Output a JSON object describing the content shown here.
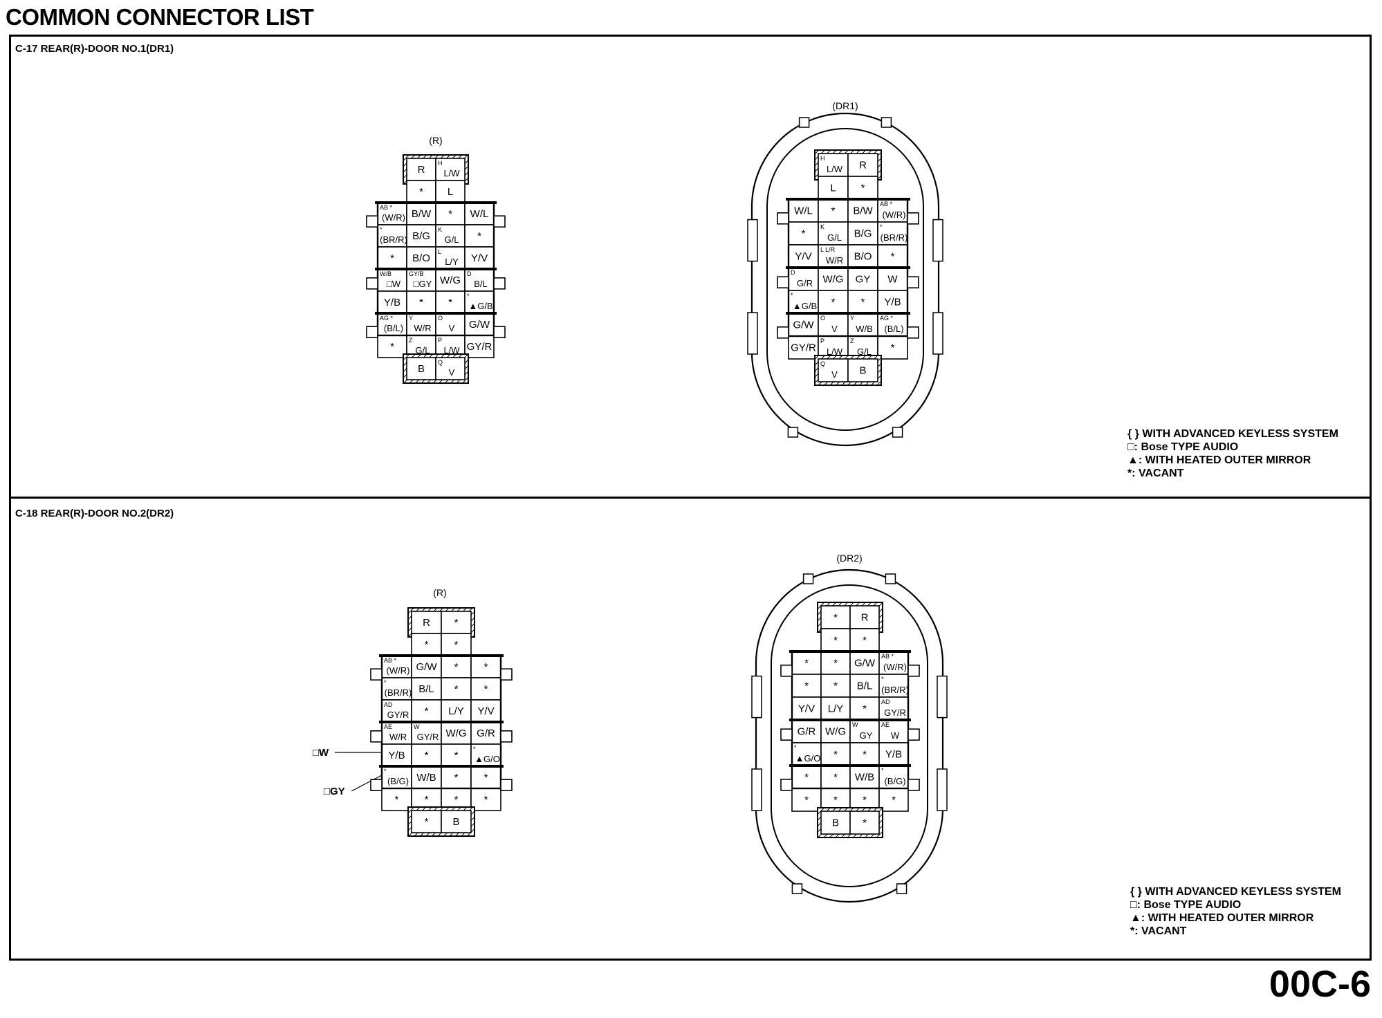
{
  "page": {
    "title": "COMMON CONNECTOR LIST",
    "number": "00C-6"
  },
  "sections": [
    {
      "title": "C-17 REAR(R)-DOOR NO.1(DR1)",
      "left_label": "(R)",
      "right_label": "(DR1)",
      "left_rows": [
        [
          "R",
          "H|L/W"
        ],
        [
          "*",
          "L"
        ],
        [
          "AB *|(W/R)",
          "B/W",
          "*",
          "W/L"
        ],
        [
          "*|(BR/R)",
          "B/G",
          "K|G/L",
          "*"
        ],
        [
          "*",
          "B/O",
          "L|L/Y",
          "Y/V"
        ],
        [
          "W/B|□W",
          "GY/B|□GY",
          "W/G",
          "D|B/L"
        ],
        [
          "Y/B",
          "*",
          "*",
          "*|▲G/B"
        ],
        [
          "AG *|(B/L)",
          "Y|W/R",
          "O|V",
          "G/W"
        ],
        [
          "*",
          "Z|G/L",
          "P|L/W",
          "GY/R"
        ],
        [
          "B",
          "Q|V"
        ]
      ],
      "right_rows": [
        [
          "H|L/W",
          "R"
        ],
        [
          "L",
          "*"
        ],
        [
          "W/L",
          "*",
          "B/W",
          "AB *|(W/R)"
        ],
        [
          "*",
          "K|G/L",
          "B/G",
          "*|(BR/R)"
        ],
        [
          "Y/V",
          "L  L/R|W/R",
          "B/O",
          "*"
        ],
        [
          "D|G/R",
          "W/G",
          "GY",
          "W"
        ],
        [
          "*|▲G/B",
          "*",
          "*",
          "Y/B"
        ],
        [
          "G/W",
          "O|V",
          "Y|W/B",
          "AG *|(B/L)"
        ],
        [
          "GY/R",
          "P|L/W",
          "Z|G/L",
          "*"
        ],
        [
          "Q|V",
          "B"
        ]
      ],
      "legend": [
        "{ } WITH ADVANCED KEYLESS SYSTEM",
        "□: Bose TYPE AUDIO",
        "▲: WITH HEATED OUTER MIRROR",
        "*: VACANT"
      ],
      "callouts": []
    },
    {
      "title": "C-18 REAR(R)-DOOR NO.2(DR2)",
      "left_label": "(R)",
      "right_label": "(DR2)",
      "left_rows": [
        [
          "R",
          "*"
        ],
        [
          "*",
          "*"
        ],
        [
          "AB *|(W/R)",
          "G/W",
          "*",
          "*"
        ],
        [
          "*|(BR/R)",
          "B/L",
          "*",
          "*"
        ],
        [
          "AD|GY/R",
          "*",
          "L/Y",
          "Y/V"
        ],
        [
          "AE|W/R",
          "W|GY/R",
          "W/G",
          "G/R"
        ],
        [
          "Y/B",
          "*",
          "*",
          "*|▲G/O"
        ],
        [
          "*|(B/G)",
          "W/B",
          "*",
          "*"
        ],
        [
          "*",
          "*",
          "*",
          "*"
        ],
        [
          "*",
          "B"
        ]
      ],
      "right_rows": [
        [
          "*",
          "R"
        ],
        [
          "*",
          "*"
        ],
        [
          "*",
          "*",
          "G/W",
          "AB *|(W/R)"
        ],
        [
          "*",
          "*",
          "B/L",
          "*|(BR/R)"
        ],
        [
          "Y/V",
          "L/Y",
          "*",
          "AD|GY/R"
        ],
        [
          "G/R",
          "W/G",
          "W|GY",
          "AE|W"
        ],
        [
          "*|▲G/O",
          "*",
          "*",
          "Y/B"
        ],
        [
          "*",
          "*",
          "W/B",
          "*|(B/G)"
        ],
        [
          "*",
          "*",
          "*",
          "*"
        ],
        [
          "B",
          "*"
        ]
      ],
      "legend": [
        "{ } WITH ADVANCED KEYLESS SYSTEM",
        "□: Bose TYPE AUDIO",
        "▲: WITH HEATED OUTER MIRROR",
        "*: VACANT"
      ],
      "callouts": [
        "□W",
        "□GY"
      ]
    }
  ]
}
